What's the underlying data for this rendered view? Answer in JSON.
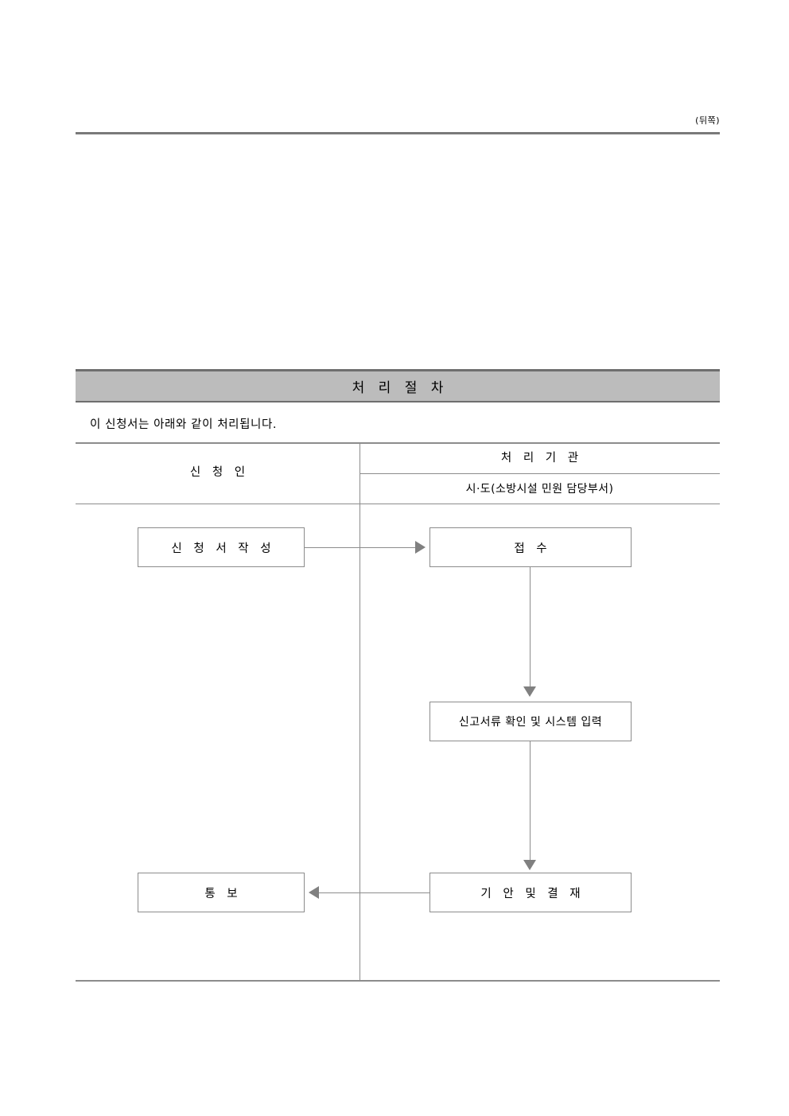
{
  "page": {
    "corner_label": "(뒤쪽)"
  },
  "section": {
    "title": "처 리 절 차",
    "intro": "이 신청서는 아래와 같이 처리됩니다."
  },
  "table": {
    "columns": [
      {
        "header": "신 청 인"
      },
      {
        "header": "처 리 기 관",
        "subheader": "시·도(소방시설 민원 담당부서)"
      }
    ]
  },
  "flow": {
    "nodes": [
      {
        "id": "apply",
        "label": "신 청 서  작 성"
      },
      {
        "id": "receive",
        "label": "접 수"
      },
      {
        "id": "verify",
        "label": "신고서류 확인 및 시스템 입력"
      },
      {
        "id": "notify",
        "label": "통 보"
      },
      {
        "id": "draft",
        "label": "기 안 및  결 재"
      }
    ],
    "edges": [
      {
        "from": "apply",
        "to": "receive",
        "direction": "right"
      },
      {
        "from": "receive",
        "to": "verify",
        "direction": "down"
      },
      {
        "from": "verify",
        "to": "draft",
        "direction": "down"
      },
      {
        "from": "draft",
        "to": "notify",
        "direction": "left"
      }
    ]
  },
  "colors": {
    "band_fill": "#bcbcbc",
    "band_border": "#6e6e6e",
    "rule": "#8c8c8c",
    "arrow": "#808080",
    "text": "#000000",
    "page_rule": "#7a7a7a"
  }
}
